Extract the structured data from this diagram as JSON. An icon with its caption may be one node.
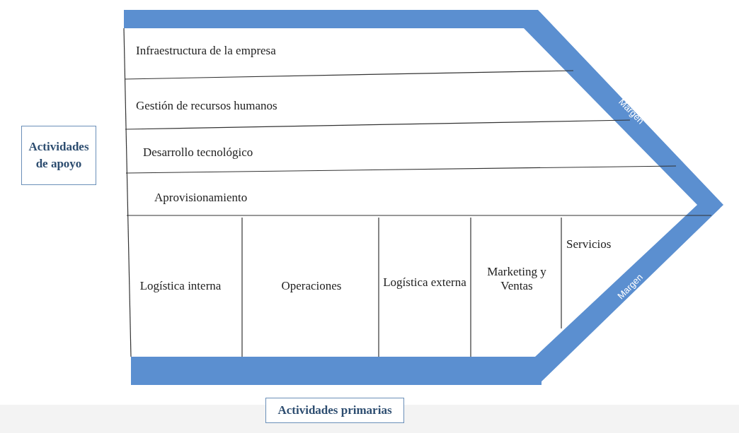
{
  "diagram": {
    "nodes": [
      {
        "text": [
          "Actividades de apoyo"
        ]
      },
      {
        "text": [
          "Infraestructura de la empresa"
        ]
      },
      {
        "text": [
          "Gestión de recursos humanos"
        ]
      },
      {
        "text": [
          "Desarrollo tecnológico"
        ]
      },
      {
        "text": [
          "Aprovisionamiento"
        ]
      },
      {
        "text": [
          "Logística interna"
        ]
      },
      {
        "text": [
          "Operaciones"
        ]
      },
      {
        "text": [
          "Logística externa"
        ]
      },
      {
        "text": [
          "Marketing y Ventas"
        ]
      },
      {
        "text": [
          "Servicios"
        ]
      },
      {
        "text": [
          "Actividades primarias"
        ]
      }
    ],
    "edges": [],
    "labels": [
      "Margen",
      "Margen"
    ]
  }
}
